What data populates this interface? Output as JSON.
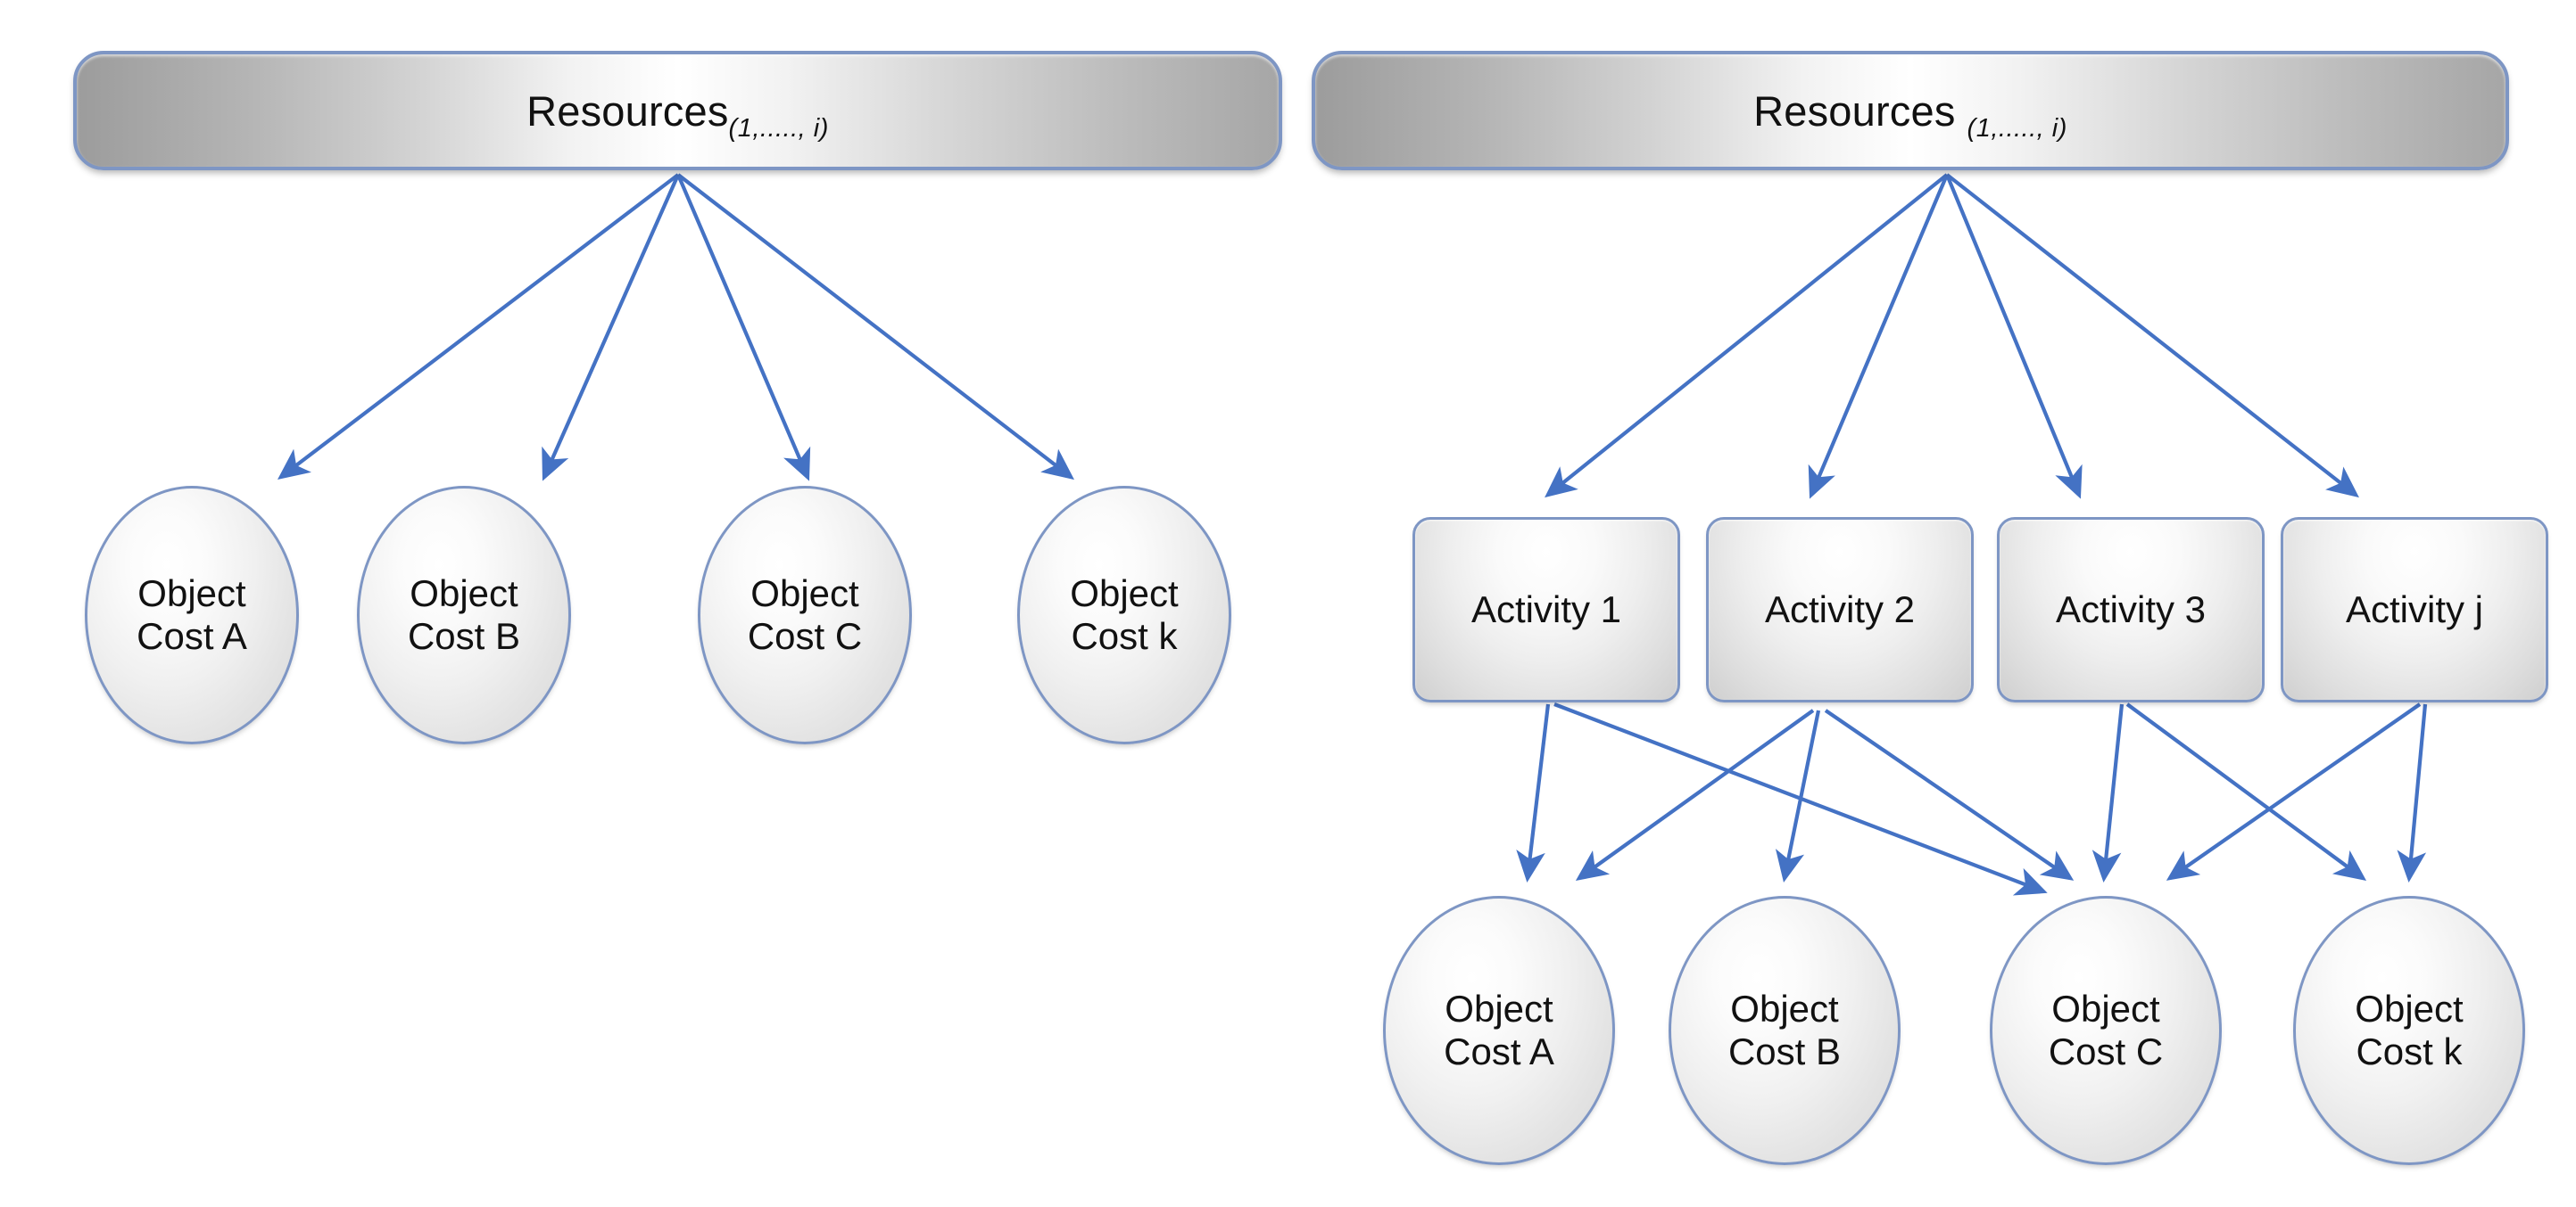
{
  "diagram": {
    "title": "Resource-to-Cost-Object allocation diagrams",
    "background_color": "#ffffff",
    "accent_color": "#4472c4",
    "node_border_color": "#7e96c4",
    "text_color": "#111111"
  },
  "panels": [
    {
      "id": "traditional-costing",
      "banner": {
        "label_main": "Resources",
        "label_subscript": "(1,....., i)",
        "spaced_subscript": false
      },
      "cost_objects": [
        {
          "line1": "Object",
          "line2": "Cost A",
          "text": "Object\nCost A"
        },
        {
          "line1": "Object",
          "line2": "Cost B",
          "text": "Object\nCost B"
        },
        {
          "line1": "Object",
          "line2": "Cost C",
          "text": "Object\nCost C"
        },
        {
          "line1": "Object",
          "line2": "Cost k",
          "text": "Object\nCost k"
        }
      ],
      "activities": []
    },
    {
      "id": "activity-based-costing",
      "banner": {
        "label_main": "Resources",
        "label_subscript": "(1,....., i)",
        "spaced_subscript": true
      },
      "activities": [
        {
          "label": "Activity 1"
        },
        {
          "label": "Activity 2"
        },
        {
          "label": "Activity 3"
        },
        {
          "label": "Activity j"
        }
      ],
      "cost_objects": [
        {
          "line1": "Object",
          "line2": "Cost A",
          "text": "Object\nCost A"
        },
        {
          "line1": "Object",
          "line2": "Cost B",
          "text": "Object\nCost B"
        },
        {
          "line1": "Object",
          "line2": "Cost C",
          "text": "Object\nCost C"
        },
        {
          "line1": "Object",
          "line2": "Cost k",
          "text": "Object\nCost k"
        }
      ]
    }
  ],
  "edges": {
    "left_fan": {
      "from": "Resources (1,....., i)",
      "to": [
        "Object Cost A",
        "Object Cost B",
        "Object Cost C",
        "Object Cost k"
      ],
      "count": 4
    },
    "right_fan": {
      "from": "Resources (1,....., i)",
      "to": [
        "Activity 1",
        "Activity 2",
        "Activity 3",
        "Activity j"
      ],
      "count": 4
    },
    "right_activity_to_object": [
      {
        "from": "Activity 1",
        "to": "Object Cost A"
      },
      {
        "from": "Activity 1",
        "to": "Object Cost C"
      },
      {
        "from": "Activity 2",
        "to": "Object Cost A"
      },
      {
        "from": "Activity 2",
        "to": "Object Cost B"
      },
      {
        "from": "Activity 3",
        "to": "Object Cost C"
      },
      {
        "from": "Activity 3",
        "to": "Object Cost k"
      },
      {
        "from": "Activity j",
        "to": "Object Cost C"
      },
      {
        "from": "Activity j",
        "to": "Object Cost k"
      }
    ]
  }
}
